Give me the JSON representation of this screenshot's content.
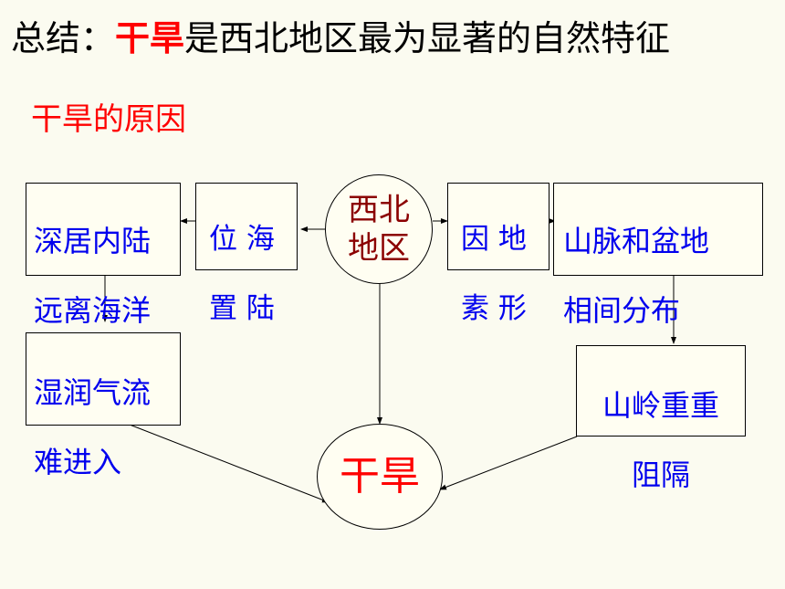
{
  "title": {
    "prefix": "总结：",
    "highlight": "干旱",
    "suffix": "是西北地区最为显著的自然特征"
  },
  "subtitle": "干旱的原因",
  "nodes": {
    "center": {
      "line1": "西北",
      "line2": "地区"
    },
    "location_factor": {
      "line1": "位 海",
      "line2": "置 陆"
    },
    "terrain_factor": {
      "line1": "因 地",
      "line2": "素 形"
    },
    "inland": {
      "line1": "深居内陆",
      "line2": "远离海洋"
    },
    "mountains_basins": {
      "line1": "山脉和盆地",
      "line2": "相间分布"
    },
    "moisture_blocked": {
      "line1": "湿润气流",
      "line2": "难进入"
    },
    "ranges_block": {
      "line1": "山岭重重",
      "line2": "阻隔"
    },
    "result": {
      "label": "干旱"
    }
  },
  "colors": {
    "accent_red": "#ff0000",
    "node_text_blue": "#0000ee",
    "center_text_darkred": "#8b0000",
    "background": "#fbfbf0"
  }
}
